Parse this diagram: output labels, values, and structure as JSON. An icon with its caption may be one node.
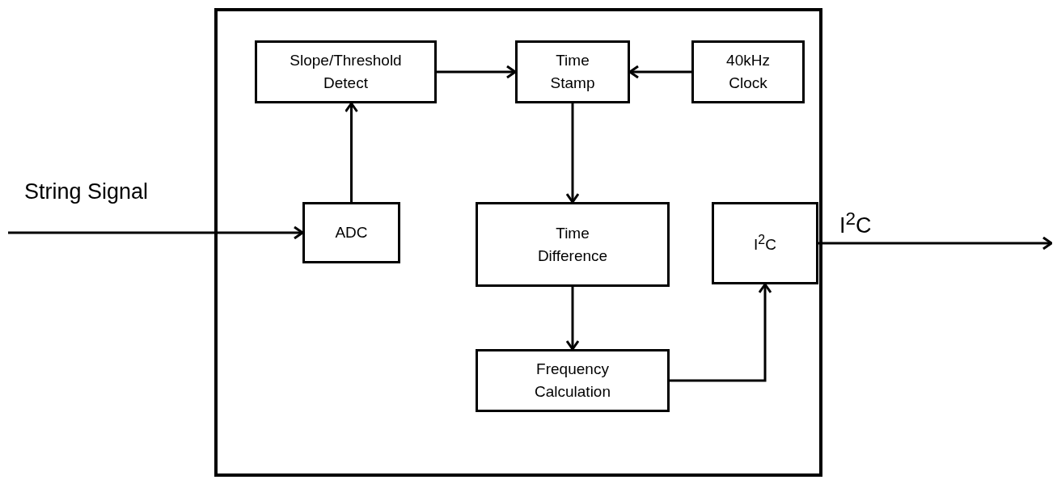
{
  "diagram": {
    "nodes": [
      {
        "text": [],
        "shape": "box"
      },
      {
        "text": [
          "Slope/Threshold Detect"
        ],
        "in": 0
      },
      {
        "text": [
          "Time Stamp"
        ],
        "in": 0
      },
      {
        "text": [
          "40kHz Clock"
        ],
        "in": 0
      },
      {
        "text": [
          "ADC"
        ],
        "in": 0
      },
      {
        "text": [
          "Time Difference"
        ],
        "in": 0
      },
      {
        "text": [
          "I$^{2}$C"
        ],
        "in": 0
      },
      {
        "text": [
          "Frequency Calculation"
        ],
        "in": 0
      }
    ],
    "edges": [
      {
        "from": null,
        "to": 4,
        "arrow": "to",
        "label": "String Signal"
      },
      {
        "from": 4,
        "to": 1,
        "arrow": "to"
      },
      {
        "from": 1,
        "to": 2,
        "arrow": "to"
      },
      {
        "from": 3,
        "to": 2,
        "arrow": "to"
      },
      {
        "from": 2,
        "to": 5,
        "arrow": "to"
      },
      {
        "from": 5,
        "to": 7,
        "arrow": "to"
      },
      {
        "from": 7,
        "to": 6,
        "arrow": "to"
      },
      {
        "from": 6,
        "to": null,
        "arrow": "to",
        "label": "I$^{2}$C"
      }
    ]
  }
}
